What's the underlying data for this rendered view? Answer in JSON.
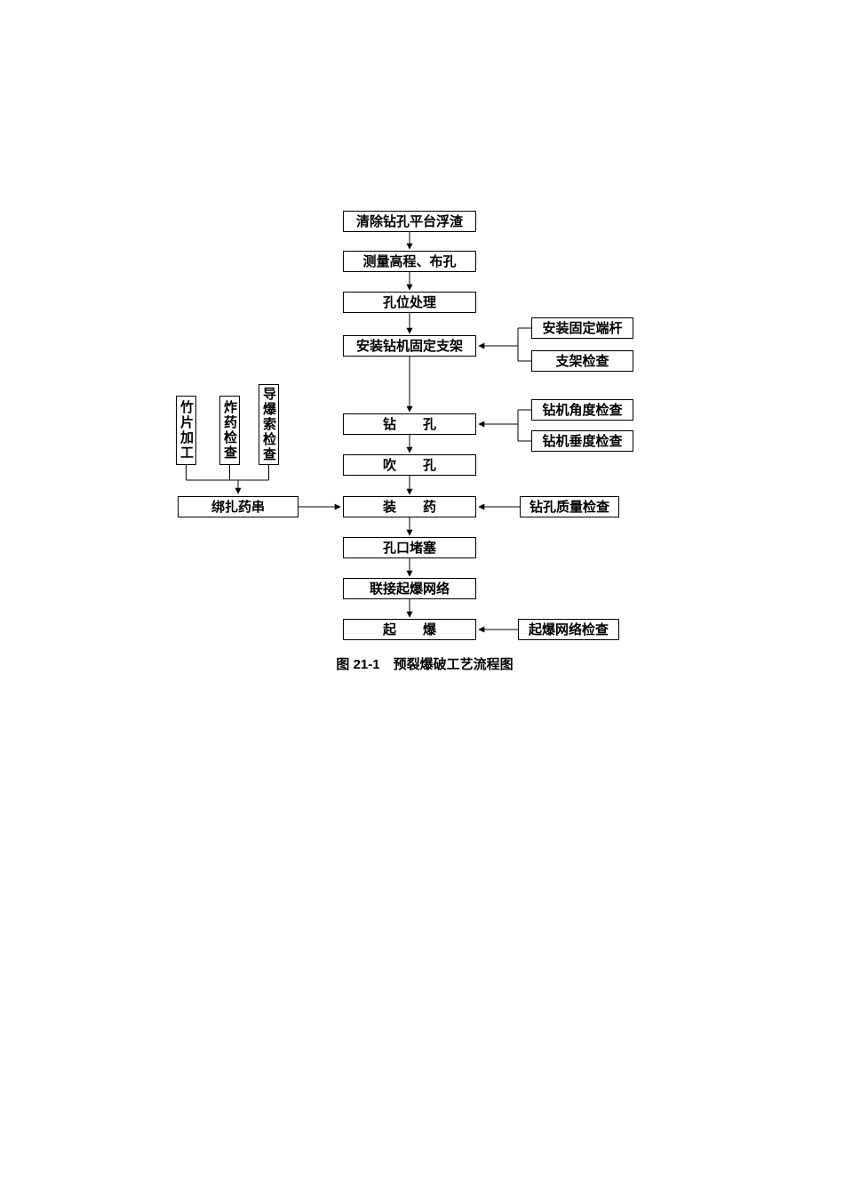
{
  "figure": {
    "caption": "图 21-1　预裂爆破工艺流程图"
  },
  "main_flow": [
    {
      "label": "清除钻孔平台浮渣"
    },
    {
      "label": "测量高程、布孔"
    },
    {
      "label": "孔位处理"
    },
    {
      "label": "安装钻机固定支架"
    },
    {
      "label": "钻　　孔"
    },
    {
      "label": "吹　　孔"
    },
    {
      "label": "装　　药"
    },
    {
      "label": "孔口堵塞"
    },
    {
      "label": "联接起爆网络"
    },
    {
      "label": "起　　爆"
    }
  ],
  "right_checks": [
    {
      "label": "安装固定端杆"
    },
    {
      "label": "支架检查"
    },
    {
      "label": "钻机角度检查"
    },
    {
      "label": "钻机垂度检查"
    },
    {
      "label": "钻孔质量检查"
    },
    {
      "label": "起爆网络检查"
    }
  ],
  "left_prep": [
    {
      "label": "竹片加工"
    },
    {
      "label": "炸药检查"
    },
    {
      "label": "导爆索检查"
    },
    {
      "label": "绑扎药串"
    }
  ],
  "colors": {
    "background": "#ffffff",
    "box_border": "#000000",
    "line": "#000000",
    "text": "#000000"
  }
}
